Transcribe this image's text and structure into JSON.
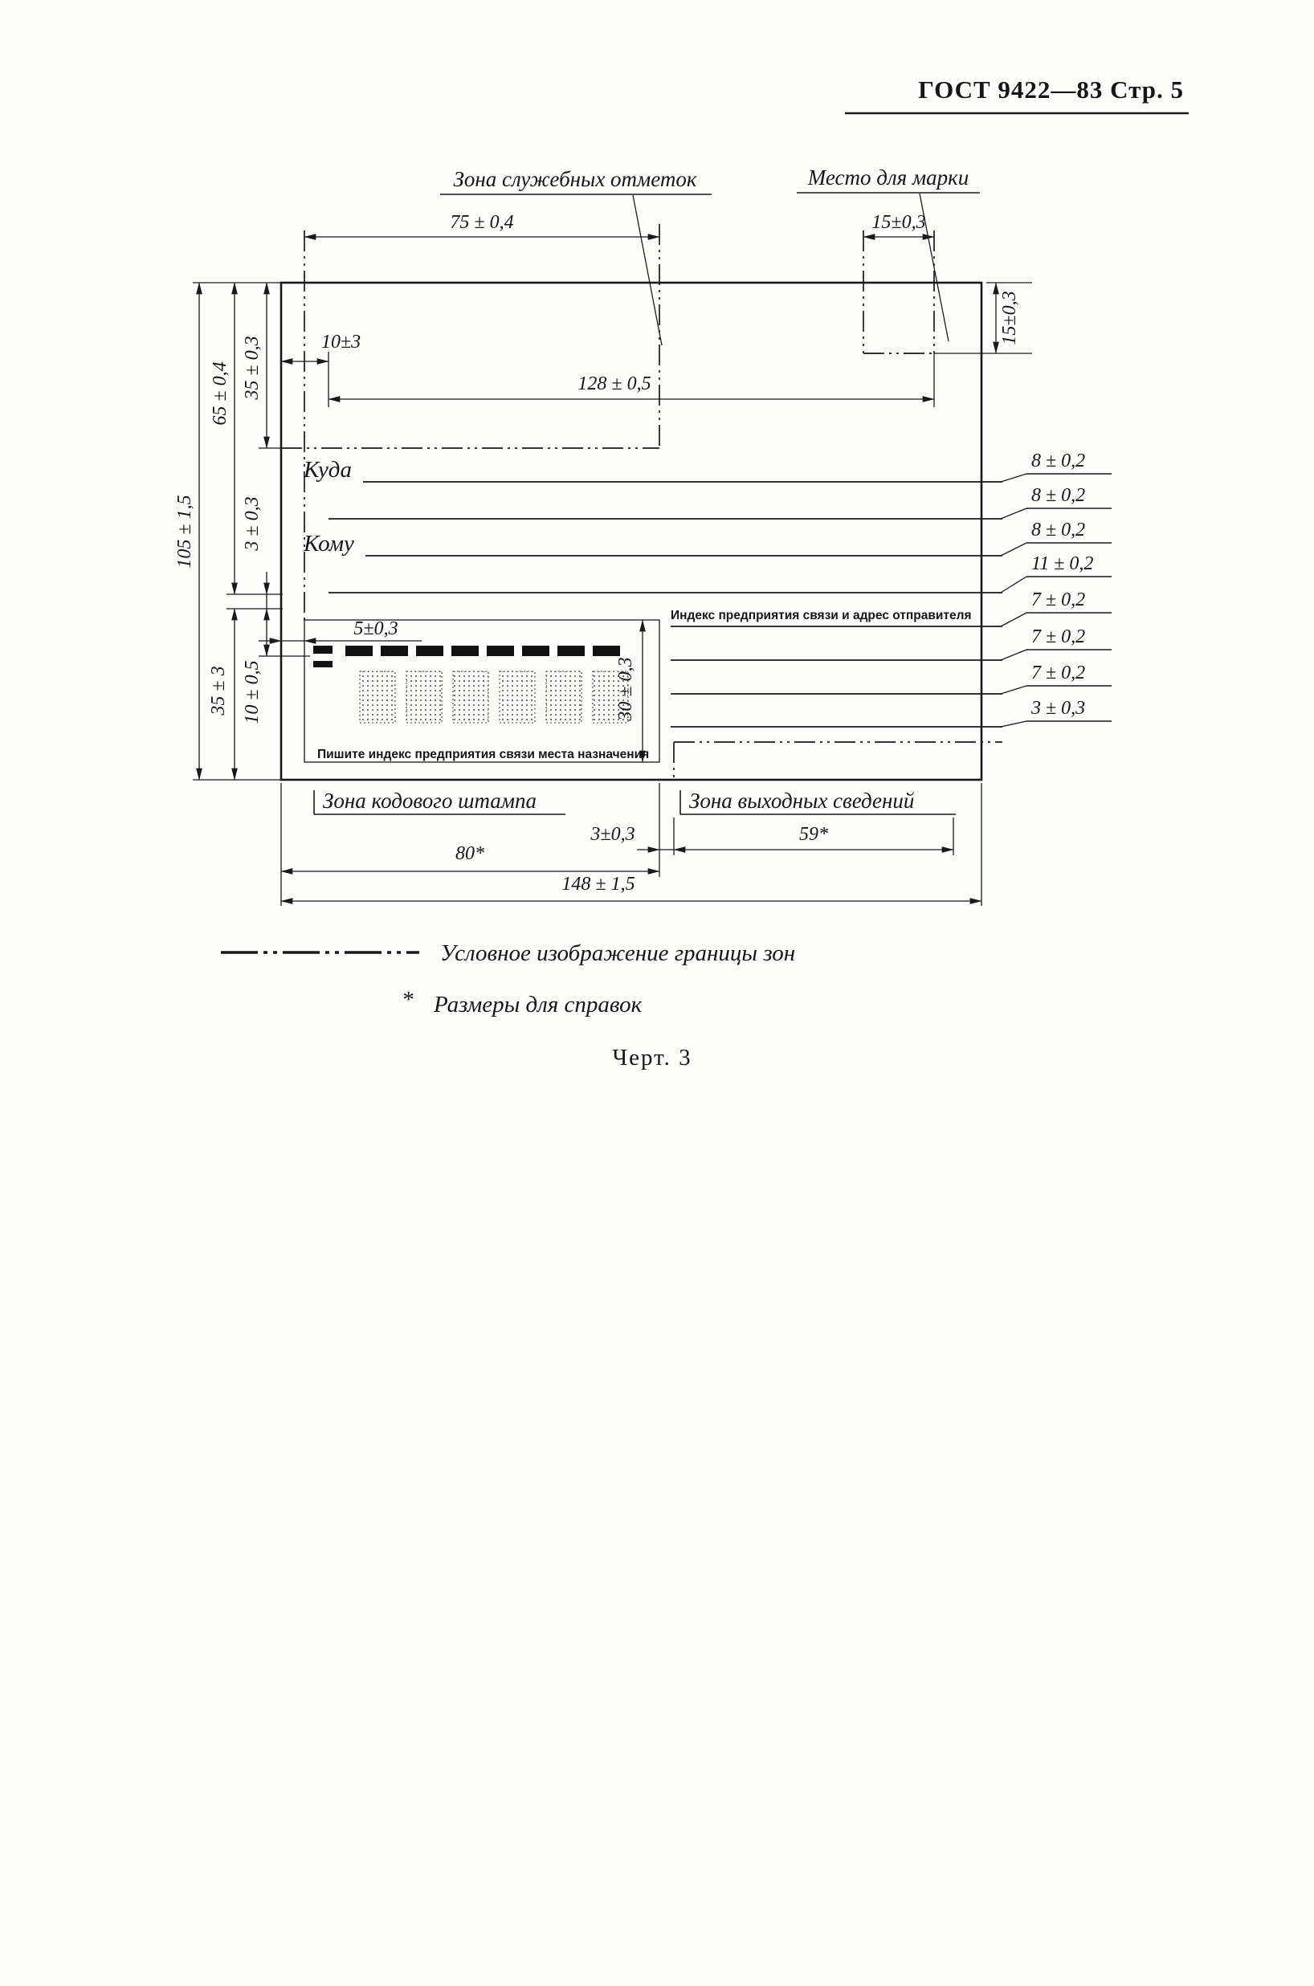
{
  "header": {
    "title": "ГОСТ 9422—83 Стр. 5"
  },
  "figure": {
    "caption": "Черт. 3",
    "legend": {
      "boundary": "Условное изображение границы зон",
      "star": "*",
      "reference": "Размеры для справок"
    },
    "zones": {
      "service": "Зона служебных отметок",
      "stamp": "Место для марки",
      "code": "Зона кодового штампа",
      "output": "Зона выходных сведений"
    },
    "texts": {
      "kuda": "Куда",
      "komu": "Кому",
      "sender_index": "Индекс предприятия связи и адрес отправителя",
      "write_index": "Пишите индекс предприятия связи места назначения"
    },
    "dims": {
      "w75": "75 ± 0,4",
      "w15_top": "15±0,3",
      "w10": "10±3",
      "w128": "128 ± 0,5",
      "h15_right": "15±0,3",
      "h105": "105 ± 1,5",
      "h65": "65 ± 0,4",
      "h35_top": "35 ± 0,3",
      "h3_left": "3 ± 0,3",
      "h35_bottom": "35 ± 3",
      "h10_left": "10 ± 0,5",
      "w5": "5±0,3",
      "h30_code": "30 ± 0,3",
      "w3_bottom": "3±0,3",
      "w59": "59*",
      "w80": "80*",
      "w148": "148 ± 1,5"
    },
    "line_spacings": [
      "8 ± 0,2",
      "8 ± 0,2",
      "8 ± 0,2",
      "11 ± 0,2",
      "7 ± 0,2",
      "7 ± 0,2",
      "7 ± 0,2",
      "3 ± 0,3"
    ]
  }
}
